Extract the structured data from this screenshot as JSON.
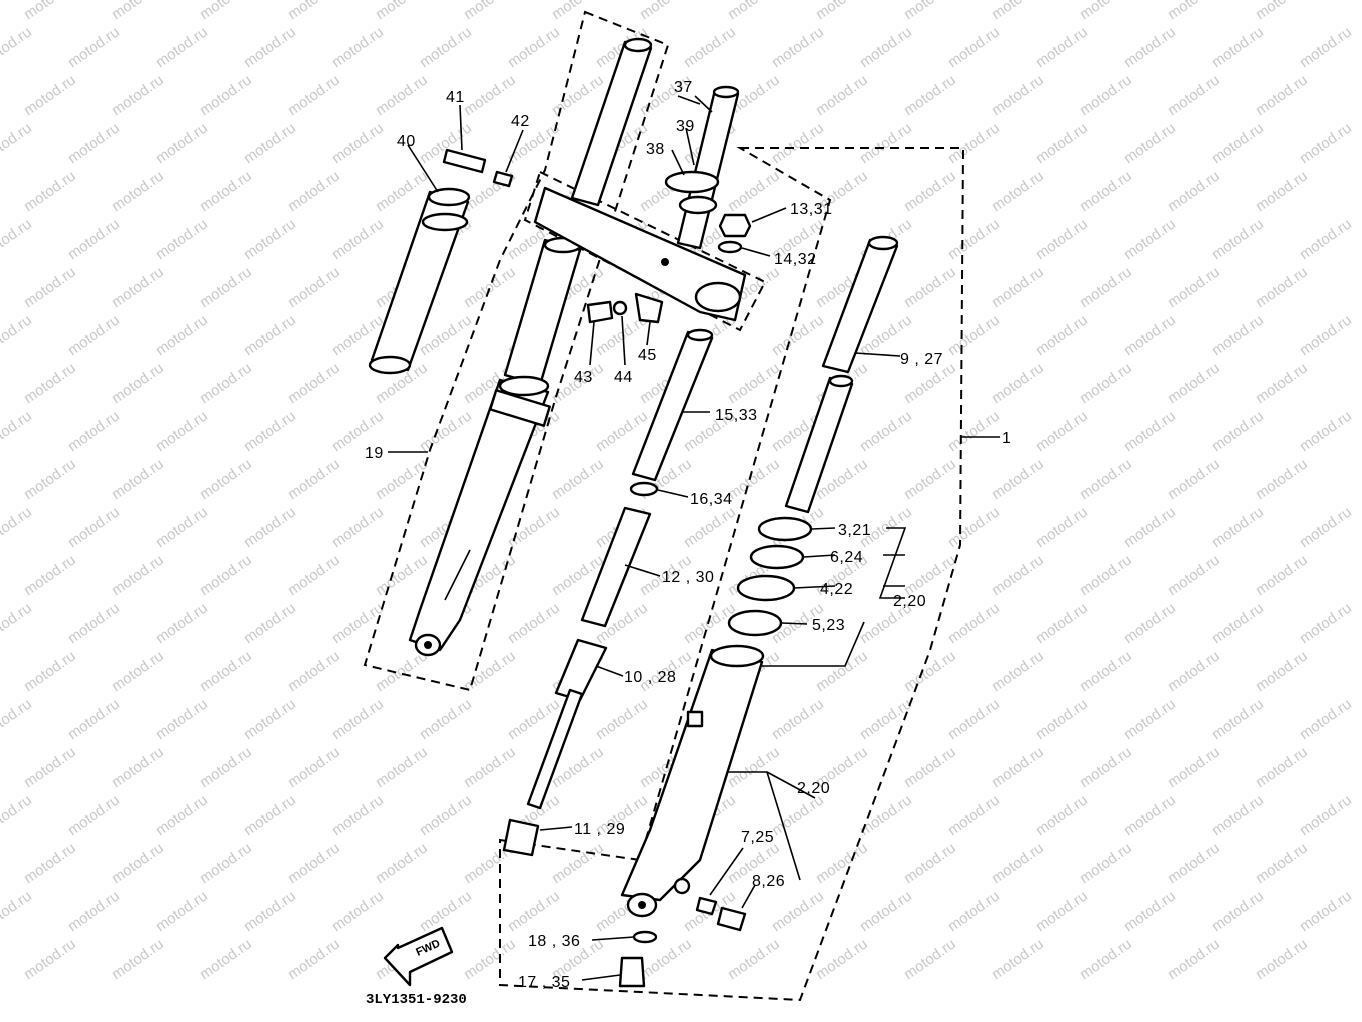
{
  "watermark": "motod.ru",
  "diagram_code": "3LY1351-9230",
  "fwd_label": "FWD",
  "callouts": {
    "c1": "1",
    "c2_20_a": "2,20",
    "c2_20_b": "2,20",
    "c3_21": "3,21",
    "c4_22": "4,22",
    "c5_23": "5,23",
    "c6_24": "6,24",
    "c7_25": "7,25",
    "c8_26": "8,26",
    "c9_27": "9 , 27",
    "c10_28": "10 , 28",
    "c11_29": "11 , 29",
    "c12_30": "12 , 30",
    "c13_31": "13,31",
    "c14_32": "14,32",
    "c15_33": "15,33",
    "c16_34": "16,34",
    "c17_35": "17 , 35",
    "c18_36": "18 , 36",
    "c19": "19",
    "c37": "37",
    "c38": "38",
    "c39": "39",
    "c40": "40",
    "c41": "41",
    "c42": "42",
    "c43": "43",
    "c44": "44",
    "c45": "45"
  }
}
